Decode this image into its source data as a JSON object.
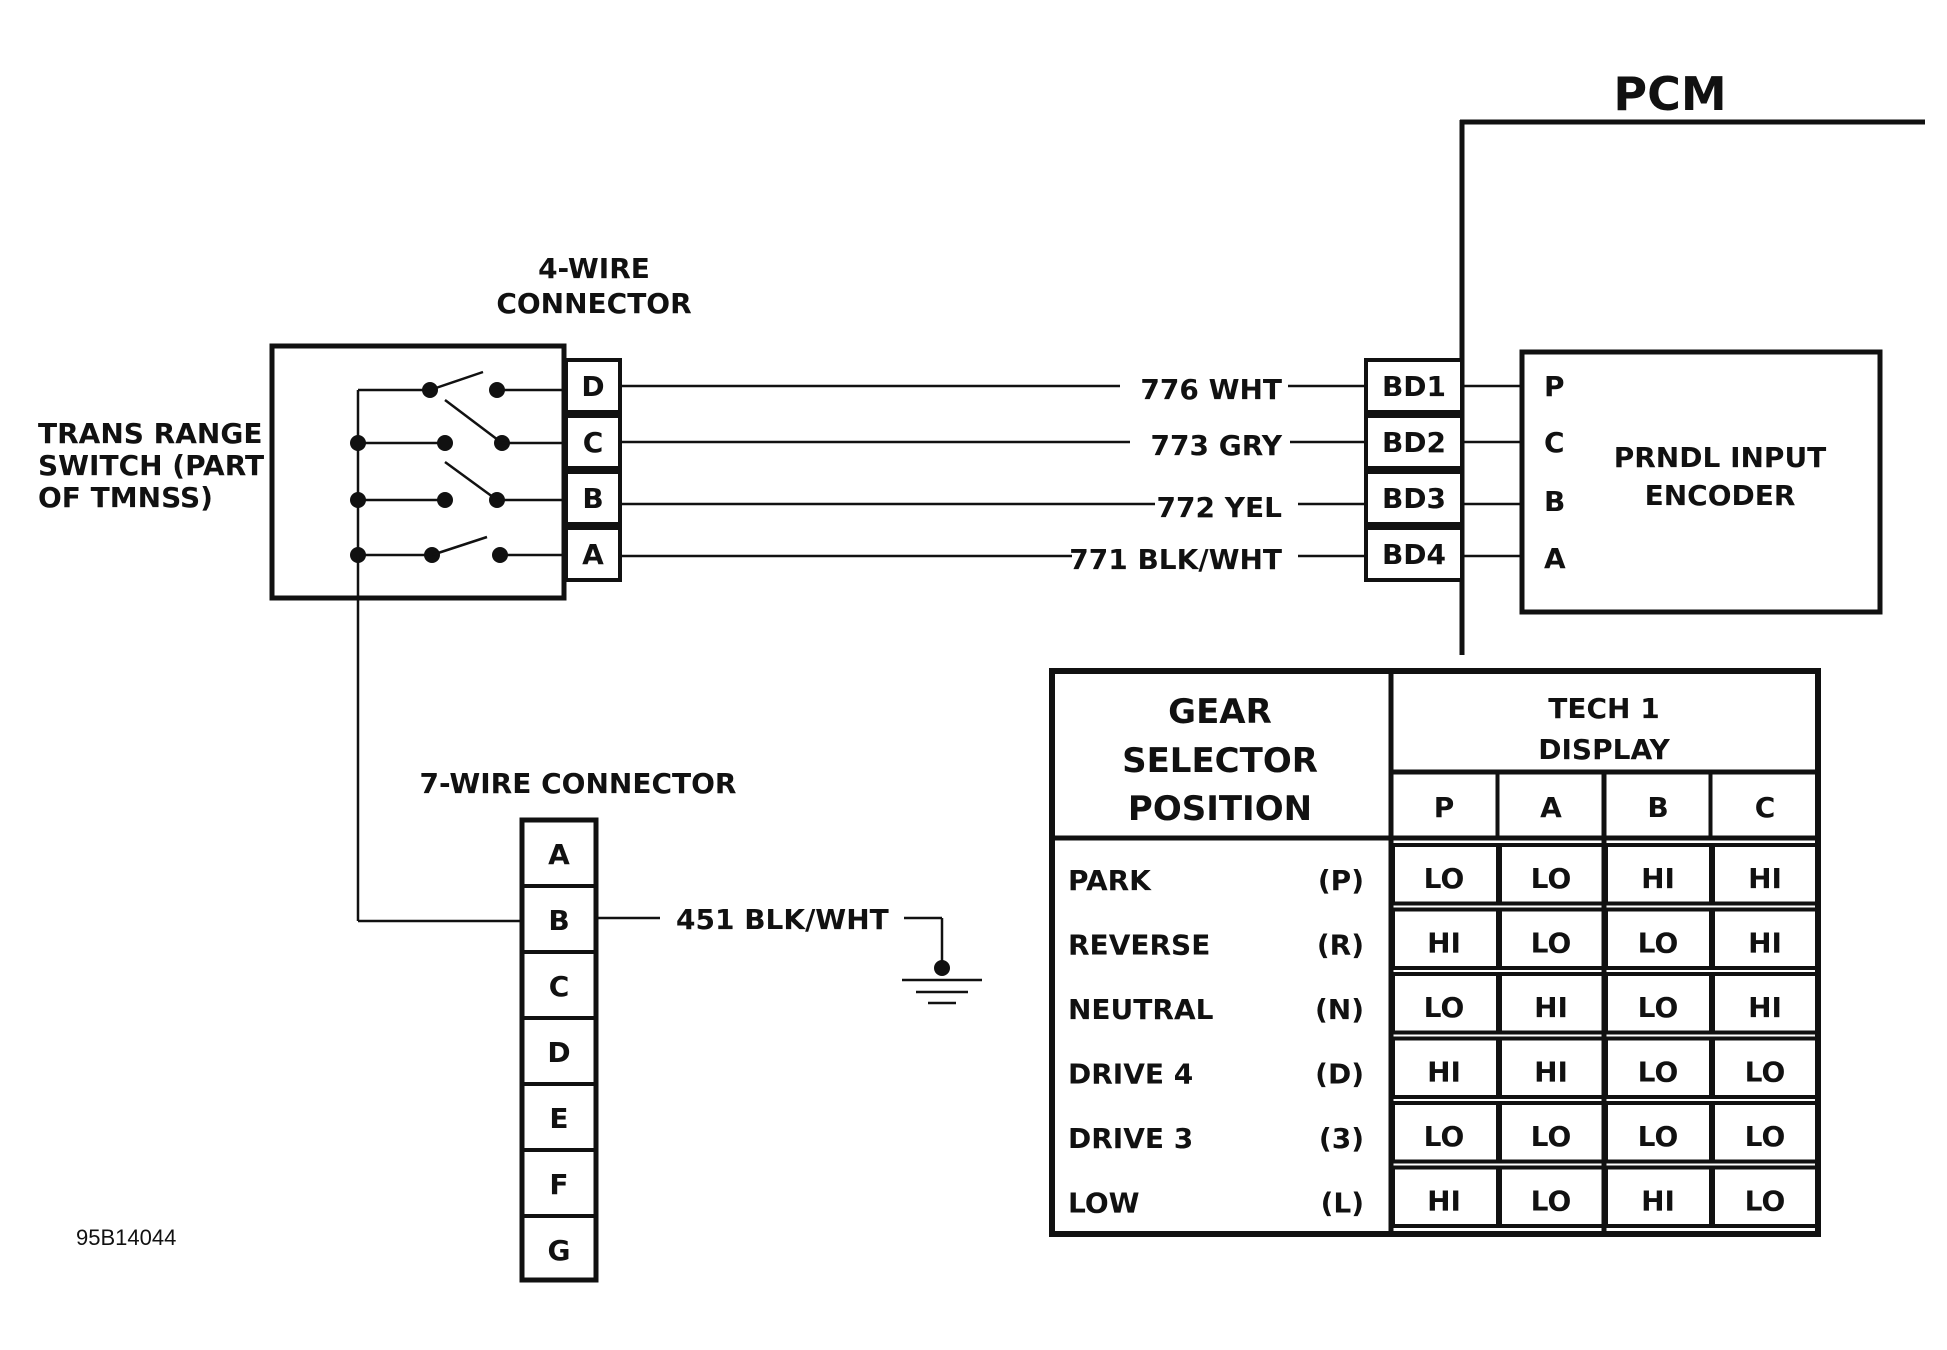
{
  "pcm_label": "PCM",
  "four_wire": {
    "title_line1": "4-WIRE",
    "title_line2": "CONNECTOR",
    "pins": [
      "D",
      "C",
      "B",
      "A"
    ]
  },
  "switch": {
    "line1": "TRANS RANGE",
    "line2": "SWITCH (PART",
    "line3": "OF TMNSS)"
  },
  "wires": [
    "776 WHT",
    "773 GRY",
    "772 YEL",
    "771 BLK/WHT"
  ],
  "pcm_pins": [
    "BD1",
    "BD2",
    "BD3",
    "BD4"
  ],
  "encoder": {
    "line1": "PRNDL INPUT",
    "line2": "ENCODER",
    "pins": [
      "P",
      "C",
      "B",
      "A"
    ]
  },
  "seven_wire": {
    "title": "7-WIRE CONNECTOR",
    "pins": [
      "A",
      "B",
      "C",
      "D",
      "E",
      "F",
      "G"
    ]
  },
  "ground_wire": "451 BLK/WHT",
  "figure_id": "95B14044",
  "table": {
    "header_line1": "GEAR",
    "header_line2": "SELECTOR",
    "header_line3": "POSITION",
    "display_line1": "TECH 1",
    "display_line2": "DISPLAY",
    "columns": [
      "P",
      "A",
      "B",
      "C"
    ],
    "rows": [
      {
        "name": "PARK",
        "code": "(P)",
        "values": [
          "LO",
          "LO",
          "HI",
          "HI"
        ]
      },
      {
        "name": "REVERSE",
        "code": "(R)",
        "values": [
          "HI",
          "LO",
          "LO",
          "HI"
        ]
      },
      {
        "name": "NEUTRAL",
        "code": "(N)",
        "values": [
          "LO",
          "HI",
          "LO",
          "HI"
        ]
      },
      {
        "name": "DRIVE 4",
        "code": "(D)",
        "values": [
          "HI",
          "HI",
          "LO",
          "LO"
        ]
      },
      {
        "name": "DRIVE 3",
        "code": "(3)",
        "values": [
          "LO",
          "LO",
          "LO",
          "LO"
        ]
      },
      {
        "name": "LOW",
        "code": "(L)",
        "values": [
          "HI",
          "LO",
          "HI",
          "LO"
        ]
      }
    ]
  }
}
